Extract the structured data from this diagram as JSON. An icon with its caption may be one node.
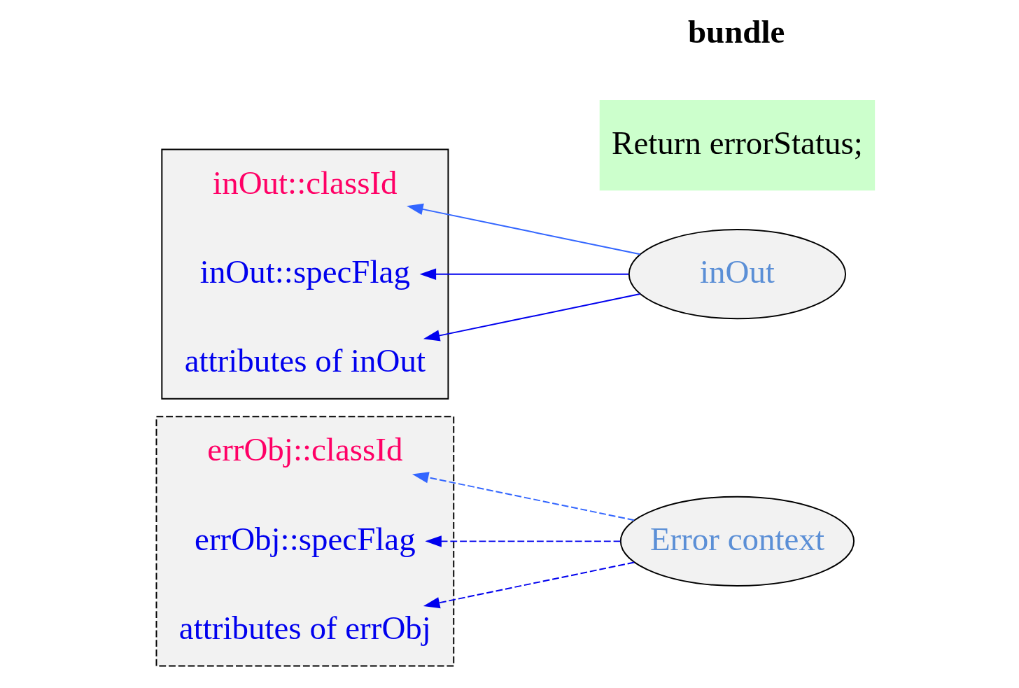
{
  "diagram": {
    "nodes": [
      {
        "text": [],
        "shape": "box"
      },
      {
        "text": [
          "inOut::classId"
        ],
        "in": 0
      },
      {
        "text": [
          "inOut::specFlag"
        ],
        "in": 0
      },
      {
        "text": [
          "attributes of inOut"
        ],
        "in": 0
      },
      {
        "text": [],
        "shape": "box"
      },
      {
        "text": [
          "errObj::classId"
        ],
        "in": 4
      },
      {
        "text": [
          "errObj::specFlag"
        ],
        "in": 4
      },
      {
        "text": [
          "attributes of errObj"
        ],
        "in": 4
      },
      {
        "text": [
          "inOut"
        ]
      },
      {
        "text": [
          "Error context"
        ]
      },
      {
        "text": [
          "Return errorStatus;"
        ]
      }
    ],
    "edges": [
      {
        "from": 8,
        "to": 1,
        "arrow": "to",
        "color": "#3366ff"
      },
      {
        "from": 8,
        "to": 2,
        "arrow": "to"
      },
      {
        "from": 8,
        "to": 3,
        "arrow": "to"
      },
      {
        "from": 9,
        "to": 5,
        "arrow": "to",
        "style": "dashed",
        "color": "#3366ff"
      },
      {
        "from": 9,
        "to": 6,
        "arrow": "to",
        "style": "dashed"
      },
      {
        "from": 9,
        "to": 7,
        "arrow": "to",
        "style": "dashed"
      }
    ],
    "labels": [
      "bundle"
    ]
  }
}
